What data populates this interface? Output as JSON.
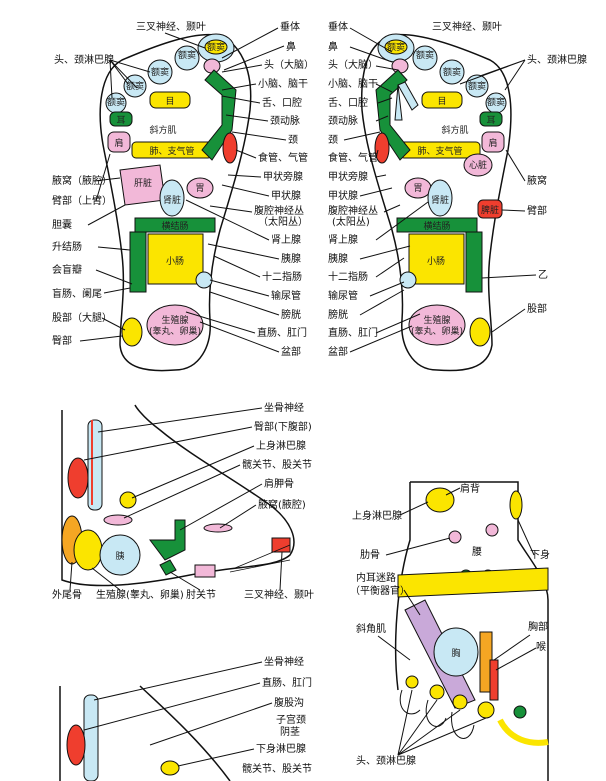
{
  "colors": {
    "green": "#17913a",
    "yellow": "#fbe500",
    "blue": "#c8e8f4",
    "pink": "#f2b8d8",
    "orange": "#f5a623",
    "red": "#ef3e2e",
    "purple": "#c9a9d9"
  },
  "left_sole": {
    "zones": {
      "sinus": "额窦",
      "eye": "目",
      "ear": "耳",
      "shoulder": "肩",
      "trapezius": "斜方肌",
      "lung": "肺、支气管",
      "liver": "肝脏",
      "stomach": "胃",
      "kidney": "肾脏",
      "transverse_colon": "横结肠",
      "small_intestine": "小肠",
      "genital": "生殖腺",
      "genital_sub": "(睾丸、卵巢)"
    },
    "labels": {
      "trigeminal": "三叉神经、颞叶",
      "pituitary": "垂体",
      "nose": "鼻",
      "head_brain": "头（大脑）",
      "head_lymph": "头、颈淋巴腺",
      "cerebellum": "小脑、脑干",
      "tongue": "舌、口腔",
      "carotid": "颈动脉",
      "neck": "颈",
      "esophagus": "食管、气管",
      "parathyroid": "甲状旁腺",
      "thyroid": "甲状腺",
      "armpit": "腋窝（腋腔）",
      "celiac": "腹腔神经丛",
      "celiac_sub": "（太阳丛）",
      "upper_arm": "臂部（上臂）",
      "adrenal": "肾上腺",
      "gallbladder": "胆囊",
      "pancreas": "胰腺",
      "ascending_colon": "升结肠",
      "duodenum": "十二指肠",
      "ileocecal": "会盲瓣",
      "ureter": "输尿管",
      "cecum": "盲肠、阑尾",
      "bladder": "膀胱",
      "thigh": "股部（大腿）",
      "rectum": "直肠、肛门",
      "hip": "臀部",
      "pelvis": "盆部"
    }
  },
  "right_sole": {
    "zones": {
      "sinus": "额窦",
      "eye": "目",
      "ear": "耳",
      "shoulder": "肩",
      "trapezius": "斜方肌",
      "lung": "肺、支气管",
      "heart": "心脏",
      "stomach": "胃",
      "kidney": "肾脏",
      "spleen": "脾脏",
      "transverse_colon": "横结肠",
      "small_intestine": "小肠",
      "genital": "生殖腺",
      "genital_sub": "(睾丸、卵巢)"
    },
    "labels": {
      "pituitary": "垂体",
      "trigeminal": "三叉神经、颞叶",
      "nose": "鼻",
      "head_brain": "头（大脑）",
      "cerebellum": "小脑、脑干",
      "tongue": "舌、口腔",
      "carotid": "颈动脉",
      "neck": "颈",
      "esophagus": "食管、气管",
      "parathyroid": "甲状旁腺",
      "thyroid": "甲状腺",
      "celiac": "腹腔神经丛",
      "celiac_sub": "(太阳丛)",
      "adrenal": "肾上腺",
      "pancreas": "胰腺",
      "duodenum": "十二指肠",
      "ureter": "输尿管",
      "bladder": "膀胱",
      "rectum": "直肠、肛门",
      "pelvis": "盆部",
      "right_armpit": "腋窝",
      "right_arm": "臂部",
      "right_b": "乙",
      "right_thigh": "股部"
    }
  },
  "medial": {
    "zones": {
      "pancreas": "胰"
    },
    "labels": {
      "sciatic": "坐骨神经",
      "hip_lower": "臀部(下腹部)",
      "upper_lymph": "上身淋巴腺",
      "knee": "髋关节、股关节",
      "scapula": "肩胛骨",
      "armpit": "腋窝(腋腔)",
      "coccyx": "外尾骨",
      "genital": "生殖腺(睾丸、卵巢)",
      "elbow": "肘关节",
      "trigeminal": "三叉神经、颞叶"
    }
  },
  "dorsal": {
    "zones": {
      "chest": "胸"
    },
    "labels": {
      "shoulder_blade": "肩背",
      "upper_lymph": "上身淋巴腺",
      "rib": "肋骨",
      "waist": "腰",
      "lower_body": "下身",
      "inner_ear": "内耳迷路",
      "balance": "（平衡器官）",
      "oblique": "斜角肌",
      "chest_r": "胸部",
      "throat": "喉",
      "head_lymph": "头、颈淋巴腺"
    }
  },
  "medial2": {
    "labels": {
      "sciatic": "坐骨神经",
      "rectum": "直肠、肛门",
      "groin": "腹股沟",
      "uterus": "子宫颈",
      "vagina": "阴茎",
      "lower_lymph": "下身淋巴腺",
      "hip": "髋关节、股关节"
    }
  }
}
